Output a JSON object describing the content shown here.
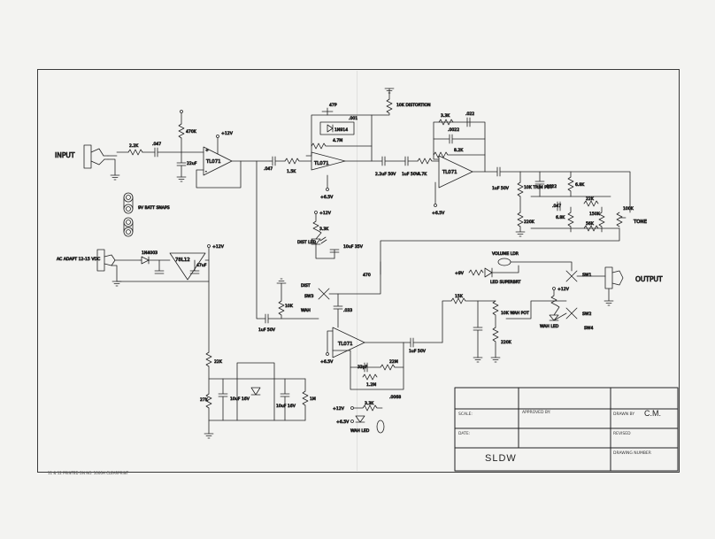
{
  "labels": {
    "input": "INPUT",
    "output": "OUTPUT",
    "tone": "TONE",
    "distortion_pot": "10K DISTORTION",
    "batt_snaps": "9V BATT SNAPS",
    "ac_adapter": "AC ADAPT 12-15 VDC",
    "dist_led": "DIST LED",
    "volume_ldr": "VOLUME LDR",
    "led_superbrt": "LED SUPERBRT",
    "wah_led": "WAH LED",
    "wah_led2": "WAH LED",
    "regulator": "78L12",
    "trim_pot": "10K TRIM POT",
    "wah_pot": "10K WAH POT",
    "sw_dist": "DIST",
    "sw_wah": "WAH",
    "sw1": "SW1",
    "sw2": "SW2",
    "sw3": "SW3",
    "sw4": "SW4"
  },
  "components": {
    "opamp1": "TL071",
    "opamp2": "TL071",
    "opamp3": "TL071",
    "opamp4": "TL071",
    "v12_a": "+12V",
    "v12_b": "+12V",
    "v12_c": "+12V",
    "v12_d": "+12V",
    "v12_e": "+12V",
    "v65_a": "+6.5V",
    "v65_b": "+6.5V",
    "v65_c": "+6.5V",
    "v65_d": "+6.5V",
    "plus_9v": "+9V",
    "r470k": "470K",
    "r22k": "2.2K",
    "c047a": ".047",
    "c22uf": "22uF",
    "c047b": ".047",
    "r15k": "1.5K",
    "c47pf": "47P",
    "c001": ".001",
    "d1n914": "1N914",
    "r47m": "4.7M",
    "c22uf50": "2.2uF 50V",
    "c1uf50": "1uF 50V",
    "r47k": "4.7K",
    "r33k": "3.3K",
    "c022": ".022",
    "c0022": ".0022",
    "r82k": "8.2K",
    "c1uf50b": "1uF 50V",
    "r10k_trim": "10K",
    "r220k": "220K",
    "c0022b": ".0022",
    "r68k": "6.8K",
    "c047c": ".047",
    "r68k2": "6.8K",
    "r22k2": "22K",
    "r150k": "150K",
    "r56": "56K",
    "r100k": "100K",
    "r33k_led": "3.3K",
    "c10uf": "10uF 35V",
    "d1n4003": "1N4003",
    "c47uf": "47uF",
    "r470": "470",
    "r10k_sw": "10K",
    "c1uf50c": "1uF 50V",
    "c033": ".033",
    "r15k_b": "15K",
    "c1uf50d": "1uF 50V",
    "r220k_b": "220K",
    "c33pf": "33pF",
    "r22m": "22M",
    "r12m": "1.2M",
    "c0068": ".0068",
    "r22k_bias": "22K",
    "r27k": "27K",
    "c10uf16": "10uF 16V",
    "c10uf16b": "10uF 16V",
    "r1m": "1M",
    "r33k_wah": "3.3K"
  },
  "title_block": {
    "scale_label": "SCALE:",
    "approved_label": "APPROVED BY:",
    "drawn_by_label": "DRAWN BY",
    "drawn_by_value": "C.M.",
    "date_label": "DATE:",
    "revised_label": "REVISED",
    "title": "SLDW",
    "drawing_number_label": "DRAWING NUMBER"
  },
  "footer_note": "11 & 12    PRINTED ON NO. 1000H CLEARPRINT"
}
